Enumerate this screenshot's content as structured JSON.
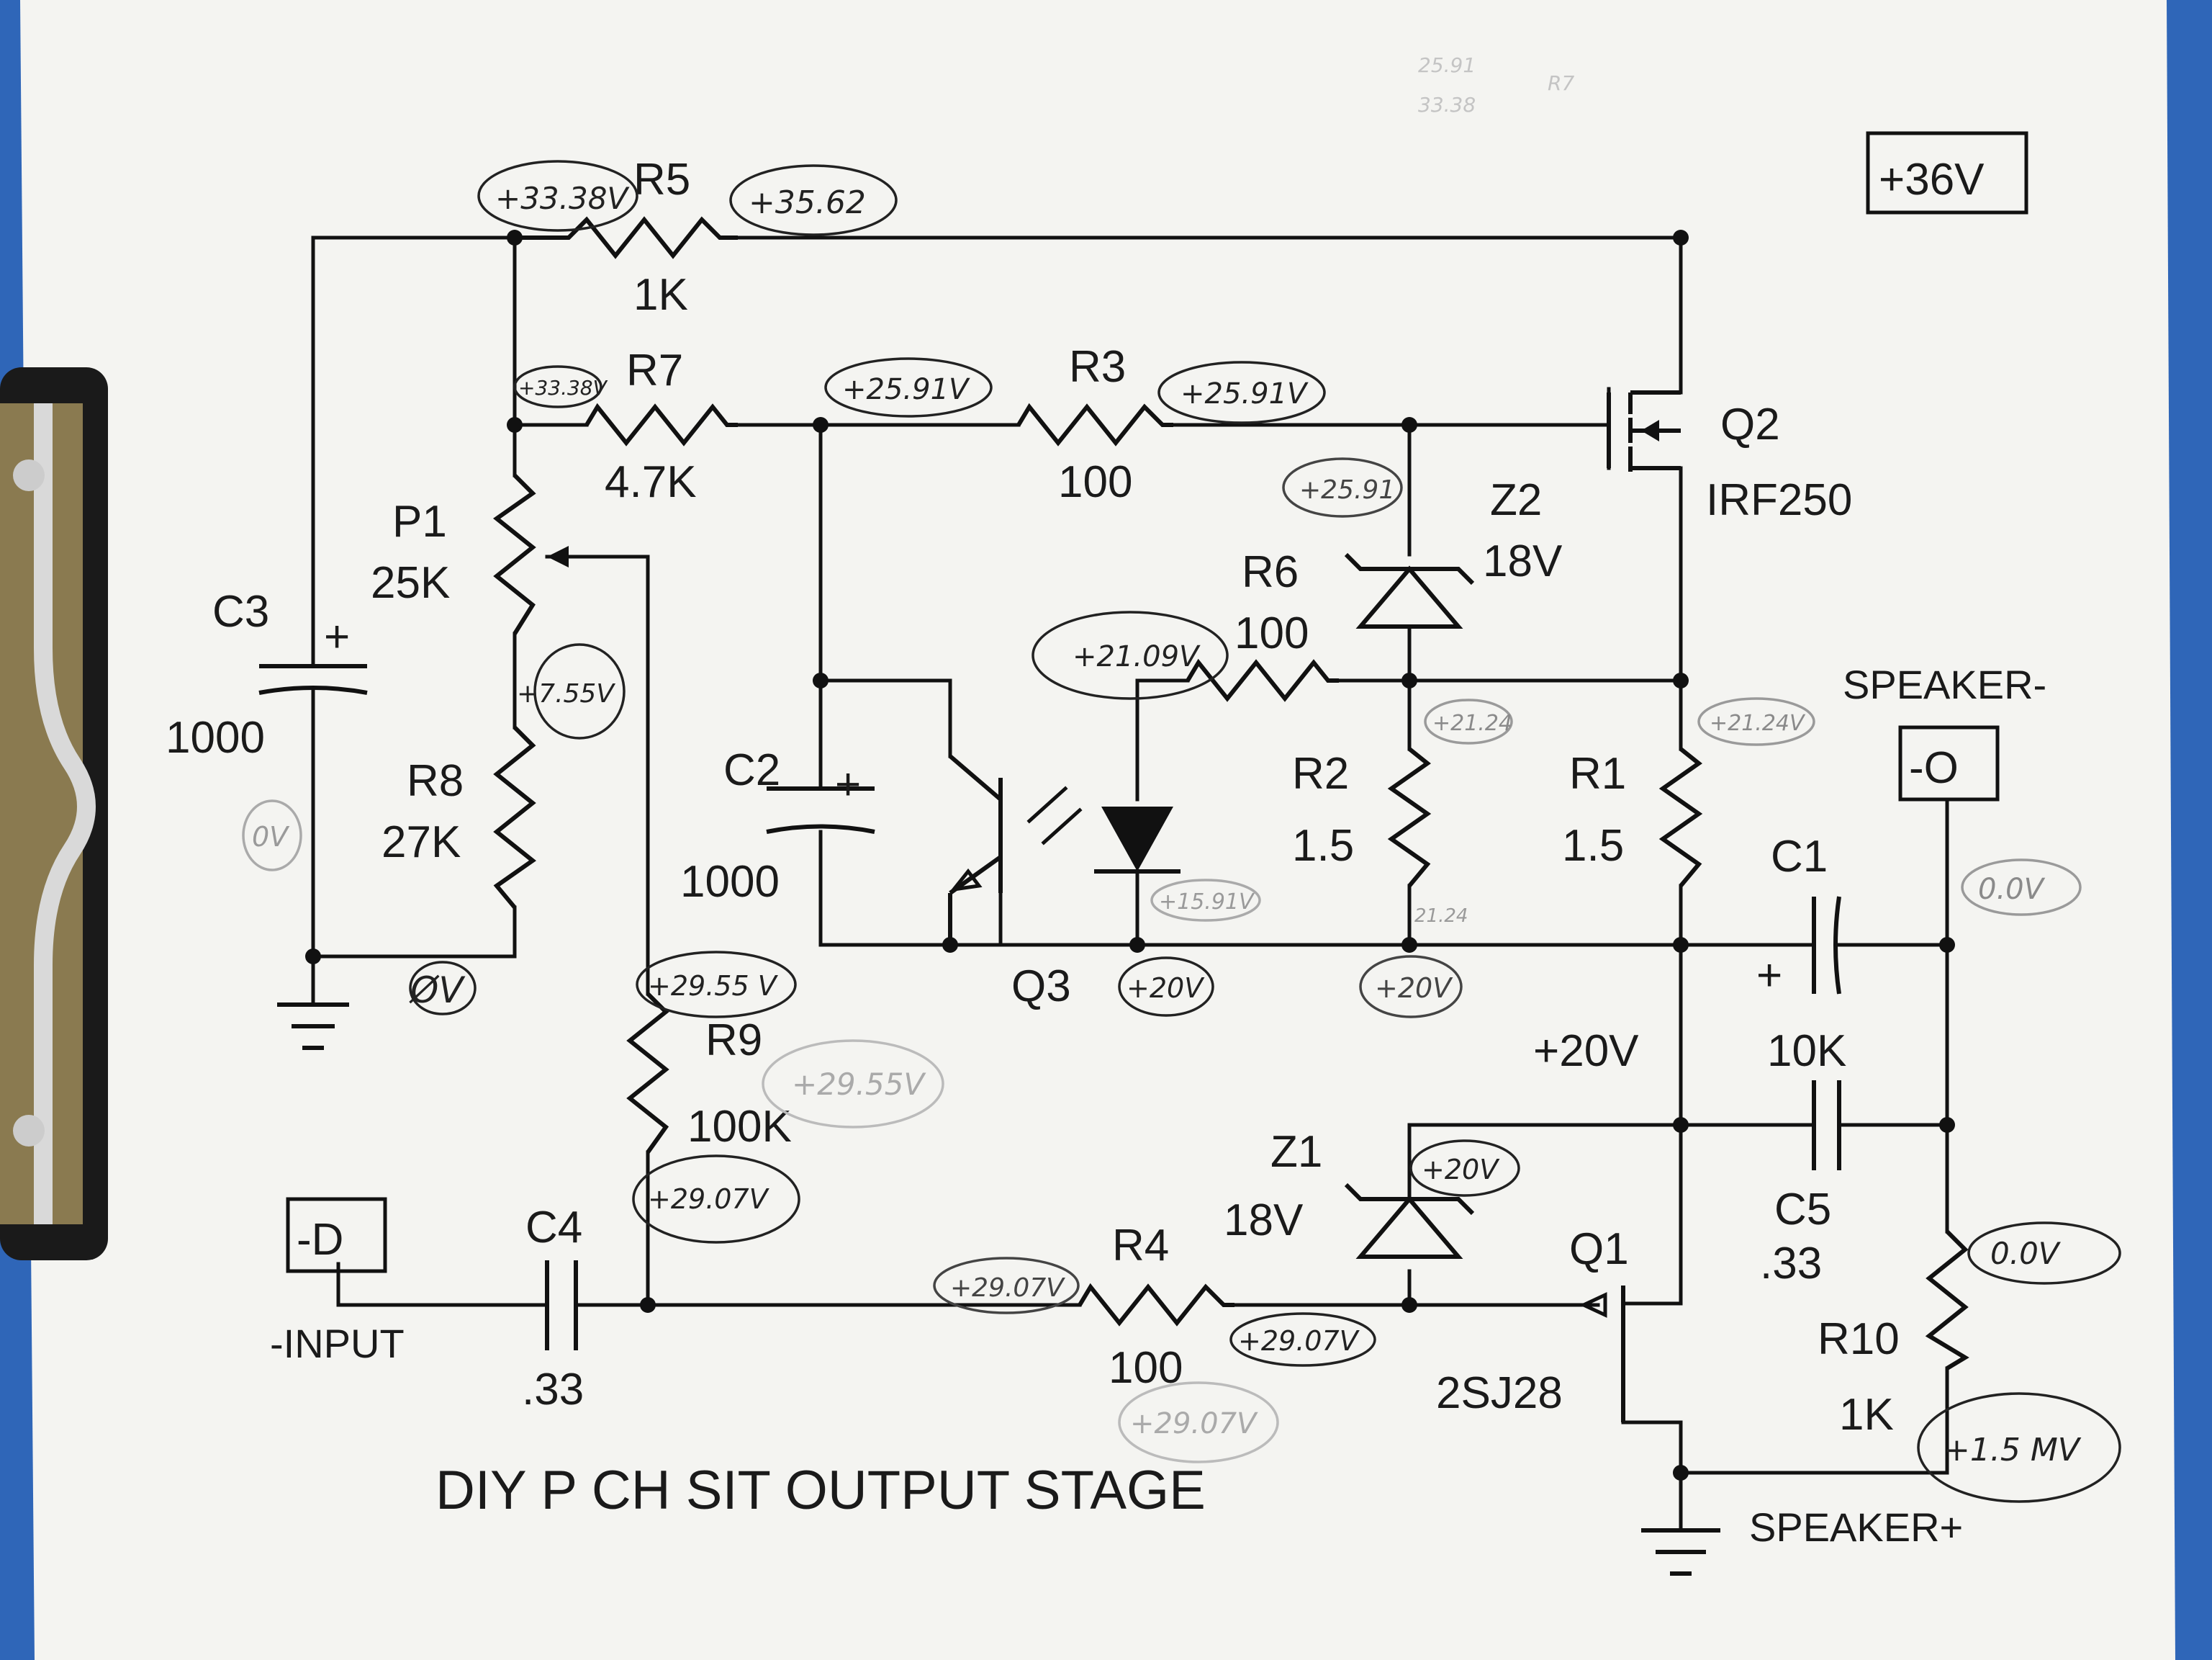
{
  "title": "DIY P CH SIT OUTPUT STAGE",
  "supply": "+36V",
  "terminals": {
    "input_box": "-D",
    "input_label": "-INPUT",
    "output_box": "-O",
    "speaker_minus": "SPEAKER-",
    "speaker_plus": "SPEAKER+"
  },
  "rail_20v": "+20V",
  "components": {
    "R5": {
      "name": "R5",
      "value": "1K"
    },
    "R7": {
      "name": "R7",
      "value": "4.7K"
    },
    "R3": {
      "name": "R3",
      "value": "100"
    },
    "R6": {
      "name": "R6",
      "value": "100"
    },
    "R2": {
      "name": "R2",
      "value": "1.5"
    },
    "R1": {
      "name": "R1",
      "value": "1.5"
    },
    "R8": {
      "name": "R8",
      "value": "27K"
    },
    "R9": {
      "name": "R9",
      "value": "100K"
    },
    "R4": {
      "name": "R4",
      "value": "100"
    },
    "R10": {
      "name": "R10",
      "value": "1K"
    },
    "P1": {
      "name": "P1",
      "value": "25K"
    },
    "C3": {
      "name": "C3",
      "value": "1000"
    },
    "C2": {
      "name": "C2",
      "value": "1000"
    },
    "C1": {
      "name": "C1",
      "value": "10K"
    },
    "C5": {
      "name": "C5",
      "value": ".33"
    },
    "C4": {
      "name": "C4",
      "value": ".33"
    },
    "Z2": {
      "name": "Z2",
      "value": "18V"
    },
    "Z1": {
      "name": "Z1",
      "value": "18V"
    },
    "Q2": {
      "name": "Q2",
      "value": "IRF250"
    },
    "Q1": {
      "name": "Q1",
      "value": "2SJ28"
    },
    "Q3": {
      "name": "Q3"
    }
  },
  "plus_sign": "+",
  "annotations": {
    "r5_left": "+33.38V",
    "r5_right": "+35.62",
    "r7_left": "+33.38V",
    "r3_left": "+25.91V",
    "r3_right": "+25.91V",
    "z2_top": "+25.91",
    "r6_left": "+21.09V",
    "r2_top": "+21.24",
    "r1_top": "+21.24V",
    "r2_bottom": "21.24",
    "r8_top": "+7.55V",
    "c3_zero": "0V",
    "gnd_zero": "ØV",
    "led_bottom": "+15.91V",
    "q3_node": "+20V",
    "r2_node": "+20V",
    "output_node": "0.0V",
    "r9_top": "+29.55 V",
    "r9_faint": "+29.55V",
    "r9_bottom": "+29.07V",
    "z1_top": "+20V",
    "r4_left": "+29.07V",
    "r4_right": "+29.07V",
    "r4_faint": "+29.07V",
    "r10_top": "0.0V",
    "r10_bottom": "+1.5 MV",
    "corner_scribble_1": "25.91",
    "corner_scribble_2": "33.38",
    "corner_scribble_3": "R7"
  },
  "colors": {
    "background": "#2f66b8",
    "paper": "#f4f4f1",
    "ink": "#111111",
    "pencil": "#9a9a9a"
  }
}
